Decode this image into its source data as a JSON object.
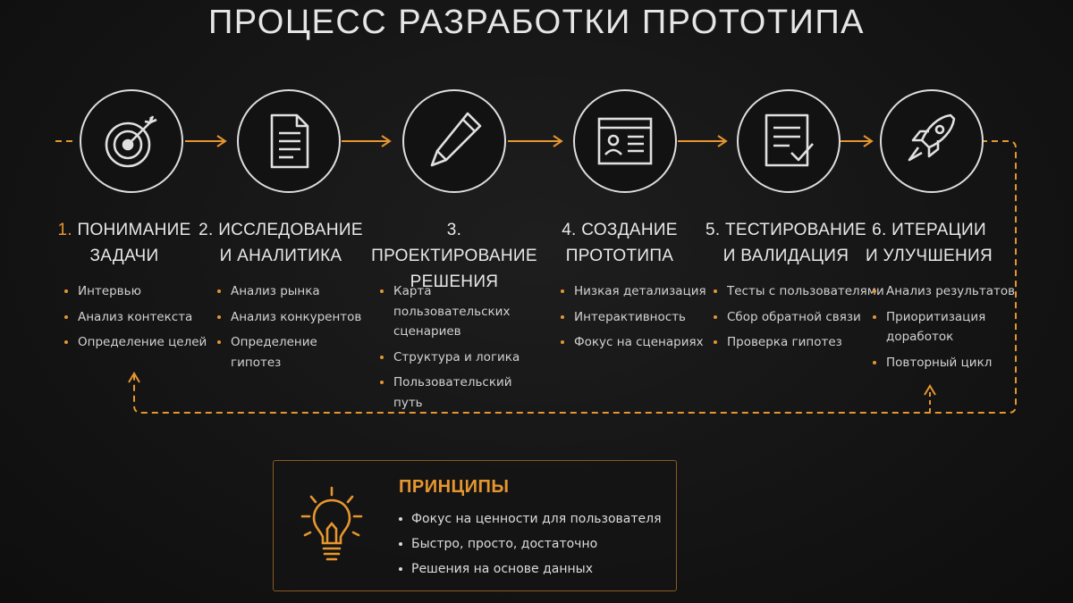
{
  "title": "ПРОЦЕСС РАЗРАБОТКИ ПРОТОТИПА",
  "accent_color": "#e6962f",
  "steps": [
    {
      "num": "1.",
      "line1": "ПОНИМАНИЕ",
      "line2": "ЗАДАЧИ",
      "icon": "target-icon",
      "items": [
        "Интервью",
        "Анализ контекста",
        "Определение целей"
      ]
    },
    {
      "num": "2.",
      "line1": "ИССЛЕДОВАНИЕ",
      "line2": "И АНАЛИТИКА",
      "icon": "document-icon",
      "items": [
        "Анализ рынка",
        "Анализ конкурентов",
        "Определение гипотез"
      ]
    },
    {
      "num": "3.",
      "line1": "ПРОЕКТИРОВАНИЕ",
      "line2": "РЕШЕНИЯ",
      "icon": "pencil-icon",
      "items": [
        "Карта пользовательских сценариев",
        "Структура и логика",
        "Пользовательский путь"
      ]
    },
    {
      "num": "4.",
      "line1": "СОЗДАНИЕ",
      "line2": "ПРОТОТИПА",
      "icon": "wireframe-icon",
      "items": [
        "Низкая детализация",
        "Интерактивность",
        "Фокус на сценариях"
      ]
    },
    {
      "num": "5.",
      "line1": "ТЕСТИРОВАНИЕ",
      "line2": "И ВАЛИДАЦИЯ",
      "icon": "checklist-icon",
      "items": [
        "Тесты с пользователями",
        "Сбор обратной связи",
        "Проверка гипотез"
      ]
    },
    {
      "num": "6.",
      "line1": "ИТЕРАЦИИ",
      "line2": "И УЛУЧШЕНИЯ",
      "icon": "rocket-icon",
      "items": [
        "Анализ результатов",
        "Приоритизация доработок",
        "Повторный цикл"
      ]
    }
  ],
  "principles": {
    "title": "ПРИНЦИПЫ",
    "icon": "lightbulb-icon",
    "items": [
      "Фокус на ценности для пользователя",
      "Быстро, просто, достаточно",
      "Решения на основе данных"
    ]
  }
}
